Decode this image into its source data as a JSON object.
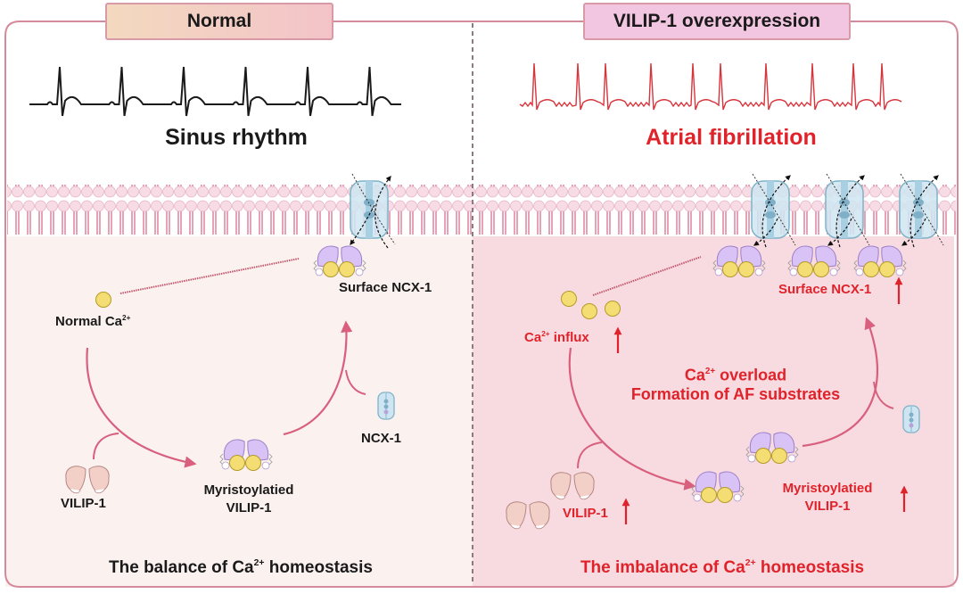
{
  "panels": {
    "left": {
      "header": "Normal",
      "ecg_label": "Sinus rhythm",
      "ca_label": "Normal Ca",
      "ca_sup": "2+",
      "surface_label": "Surface NCX-1",
      "ncx_label": "NCX-1",
      "vilip_label": "VILIP-1",
      "myr_label_1": "Myristoylatied",
      "myr_label_2": "VILIP-1",
      "footer_pre": "The balance of Ca",
      "footer_sup": "2+",
      "footer_post": " homeostasis"
    },
    "right": {
      "header": "VILIP-1 overexpression",
      "ecg_label": "Atrial fibrillation",
      "ca_label_pre": "Ca",
      "ca_sup": "2+",
      "ca_label_post": " influx",
      "surface_label": "Surface NCX-1",
      "center_1_pre": "Ca",
      "center_1_sup": "2+",
      "center_1_post": " overload",
      "center_2": "Formation of AF substrates",
      "vilip_label": "VILIP-1",
      "myr_label_1": "Myristoylatied",
      "myr_label_2": "VILIP-1",
      "footer_pre": "The imbalance of Ca",
      "footer_sup": "2+",
      "footer_post": " homeostasis"
    }
  },
  "colors": {
    "frame": "#d58a9c",
    "left_header_grad_start": "#f3d9bf",
    "left_header_grad_end": "#f3c3c8",
    "right_header_bg": "#f2c6e0",
    "left_cyto": "#fbf2f0",
    "right_cyto": "#f8dbe0",
    "membrane": "#f2c3d2",
    "ecg_normal": "#1a1a1a",
    "ecg_af": "#d8343c",
    "accent_red": "#e0232b",
    "arrow_pink": "#d8607e",
    "ca_fill": "#f7e07a",
    "vilip_fill": "#f2cfc7",
    "myr_fill": "#d9c2f5",
    "ncx_fill": "#cfe6f2"
  },
  "icons": {
    "ecg_normal": "ecg-sinus-trace",
    "ecg_af": "ecg-af-trace",
    "membrane": "lipid-bilayer",
    "ncx": "ncx1-exchanger",
    "vilip": "vilip1-protein",
    "myr_vilip": "myristoylated-vilip1",
    "ca_ion": "calcium-ion",
    "up_arrow": "increase-arrow"
  }
}
